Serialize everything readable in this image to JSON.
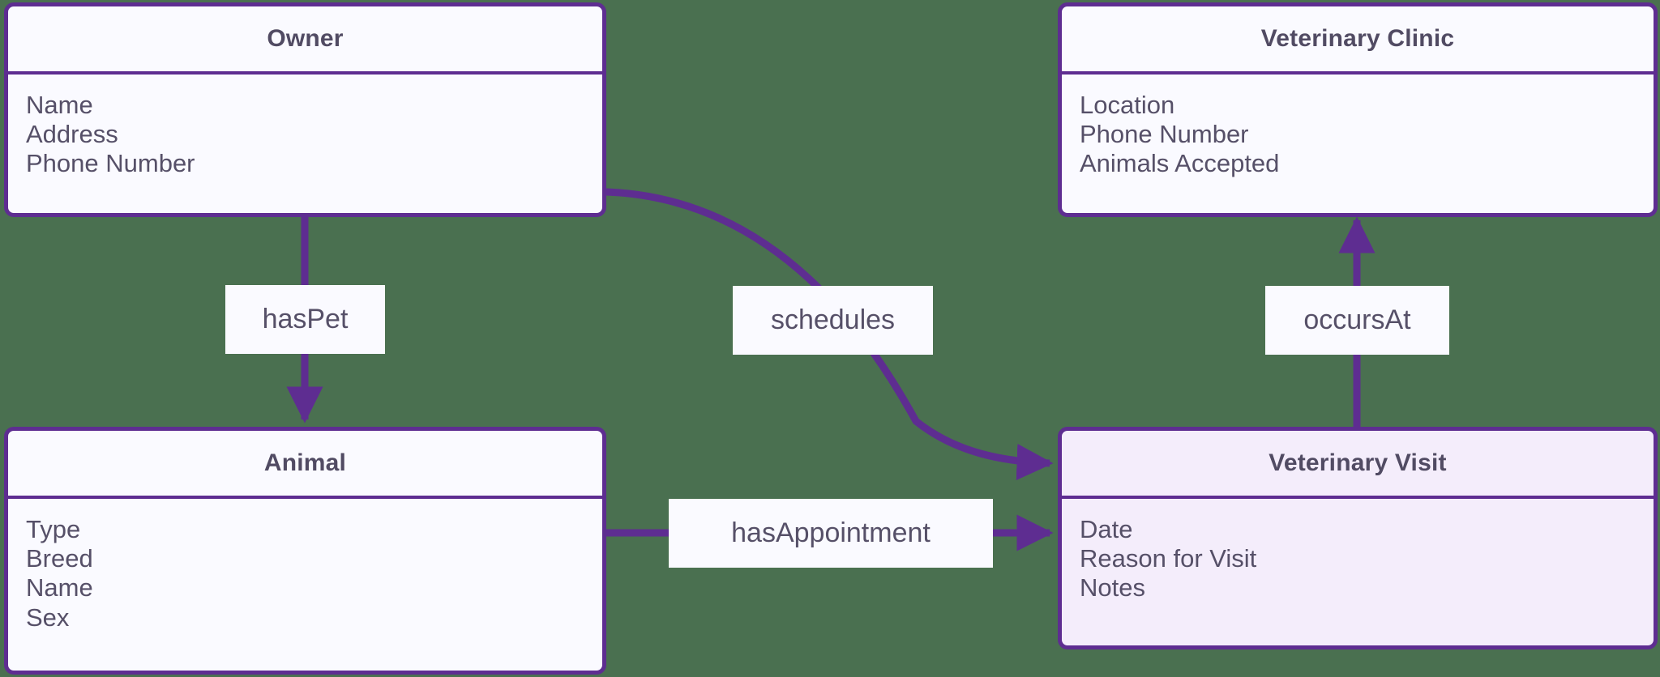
{
  "diagram": {
    "type": "entity-relationship-diagram",
    "background_color": "#4a7050",
    "accent_color": "#5e2d91",
    "text_color": "#565068",
    "entity_fill": "#fafaff",
    "highlight_fill": "#f4edfb"
  },
  "entities": [
    {
      "id": "owner",
      "title": "Owner",
      "attributes": [
        "Name",
        "Address",
        "Phone Number"
      ],
      "highlighted": false
    },
    {
      "id": "veterinary-clinic",
      "title": "Veterinary Clinic",
      "attributes": [
        "Location",
        "Phone Number",
        "Animals Accepted"
      ],
      "highlighted": false
    },
    {
      "id": "animal",
      "title": "Animal",
      "attributes": [
        "Type",
        "Breed",
        "Name",
        "Sex"
      ],
      "highlighted": false
    },
    {
      "id": "veterinary-visit",
      "title": "Veterinary Visit",
      "attributes": [
        "Date",
        "Reason for Visit",
        "Notes"
      ],
      "highlighted": true
    }
  ],
  "relationships": [
    {
      "id": "haspet",
      "label": "hasPet",
      "from": "owner",
      "to": "animal",
      "direction": "down"
    },
    {
      "id": "schedules",
      "label": "schedules",
      "from": "owner",
      "to": "veterinary-visit",
      "direction": "curved-right-down"
    },
    {
      "id": "occursat",
      "label": "occursAt",
      "from": "veterinary-visit",
      "to": "veterinary-clinic",
      "direction": "up"
    },
    {
      "id": "hasappointment",
      "label": "hasAppointment",
      "from": "animal",
      "to": "veterinary-visit",
      "direction": "right"
    }
  ]
}
